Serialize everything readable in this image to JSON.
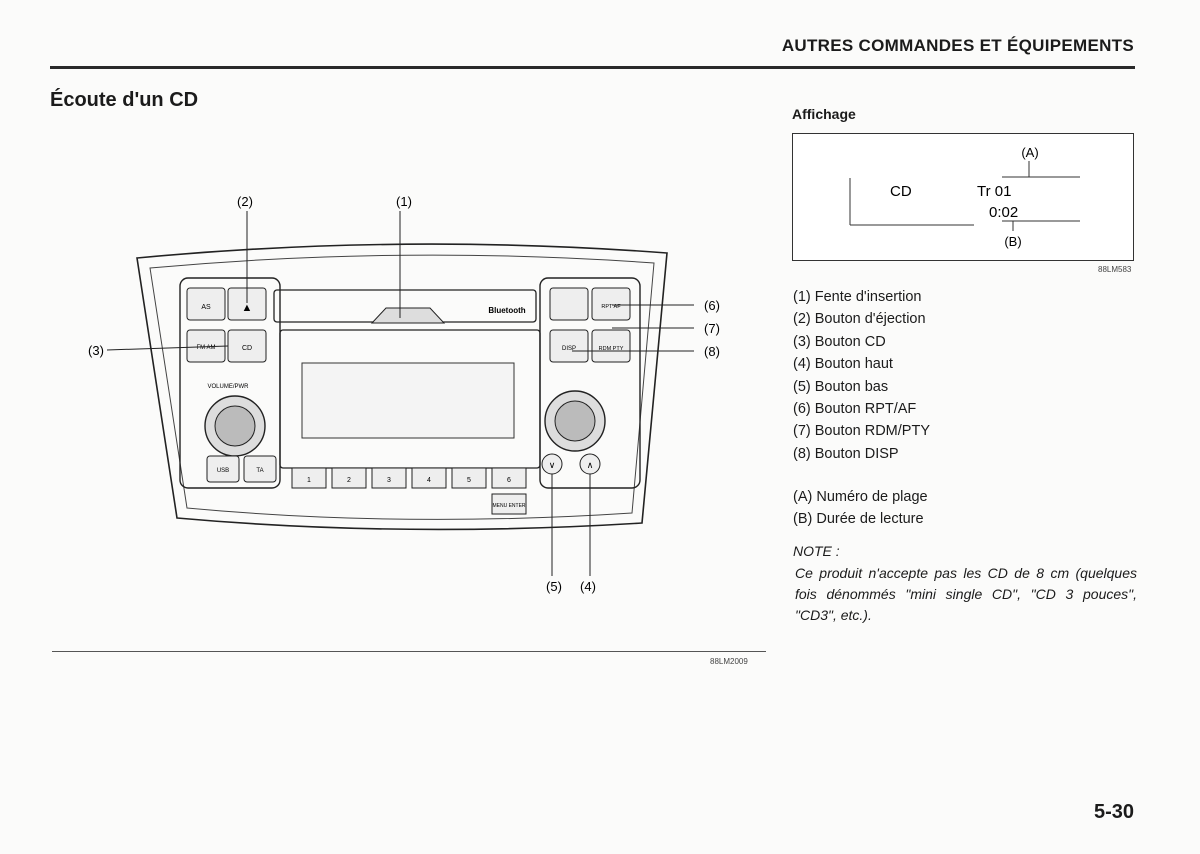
{
  "header": {
    "section_title": "AUTRES COMMANDES ET ÉQUIPEMENTS"
  },
  "page": {
    "title": "Écoute d'un CD",
    "number": "5-30"
  },
  "figure_left": {
    "code": "88LM2009",
    "callouts": [
      "(1)",
      "(2)",
      "(3)",
      "(4)",
      "(5)",
      "(6)",
      "(7)",
      "(8)"
    ],
    "buttons": {
      "as": "AS",
      "fm_am": "FM AM",
      "cd": "CD",
      "usb": "USB",
      "ta": "TA",
      "volume": "VOLUME/PWR",
      "disp": "DISP",
      "rpt_af": "RPT AF",
      "rdm_pty": "RDM PTY",
      "bluetooth": "Bluetooth",
      "presets": [
        "1",
        "2",
        "3",
        "4",
        "5",
        "6"
      ],
      "menu_enter": "MENU ENTER"
    }
  },
  "display_panel": {
    "label": "Affichage",
    "code": "88LM583",
    "source": "CD",
    "track": "Tr 01",
    "time": "0:02",
    "callout_a": "(A)",
    "callout_b": "(B)"
  },
  "legend": [
    "(1) Fente d'insertion",
    "(2) Bouton d'éjection",
    "(3) Bouton CD",
    "(4) Bouton haut",
    "(5) Bouton bas",
    "(6) Bouton RPT/AF",
    "(7) Bouton RDM/PTY",
    "(8) Bouton DISP"
  ],
  "letter_legend": [
    "(A) Numéro de plage",
    "(B) Durée de lecture"
  ],
  "note": {
    "title": "NOTE :",
    "text": "Ce produit n'accepte pas les CD de 8 cm (quelques fois dénommés \"mini single CD\", \"CD 3 pouces\", \"CD3\", etc.)."
  }
}
